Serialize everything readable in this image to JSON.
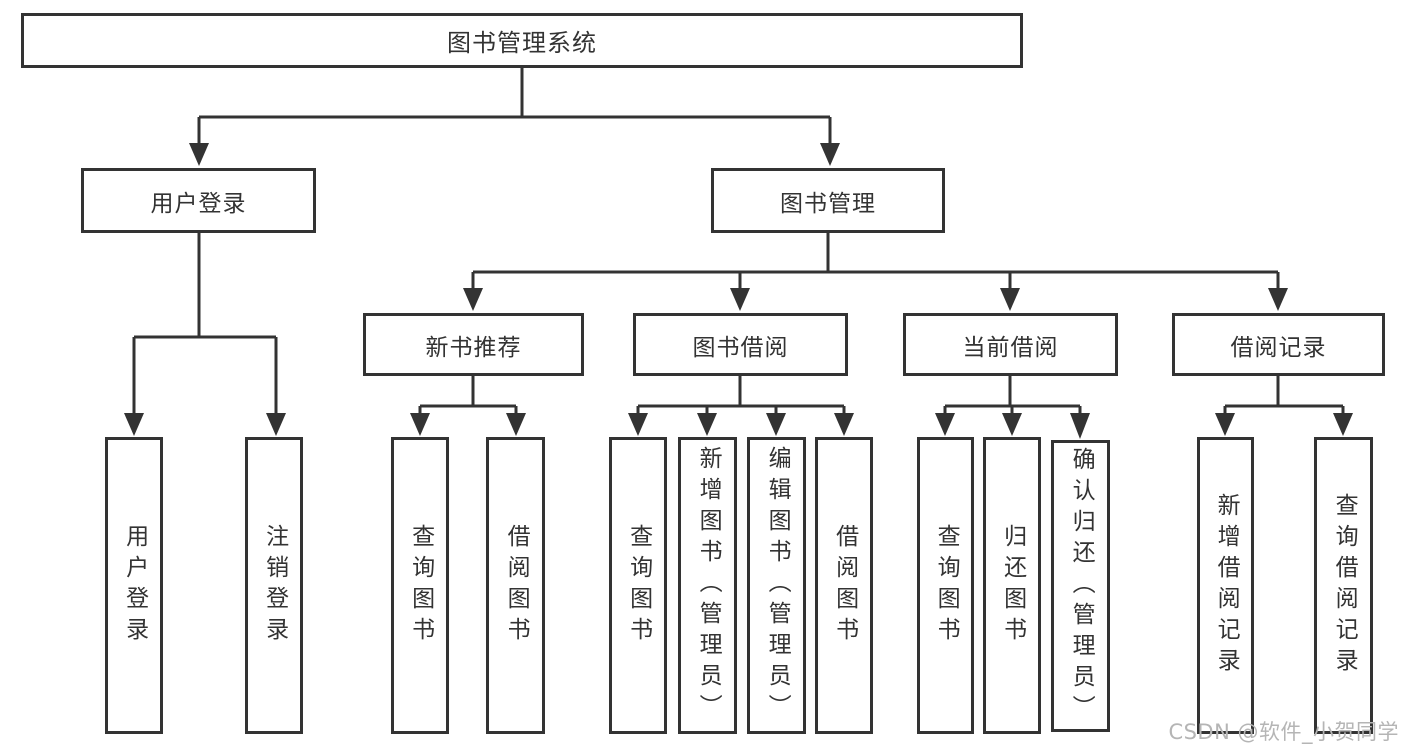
{
  "root": {
    "label": "图书管理系统"
  },
  "branches": [
    {
      "label": "用户登录",
      "children": [
        {
          "label": "用户登录"
        },
        {
          "label": "注销登录"
        }
      ]
    },
    {
      "label": "图书管理",
      "children": [
        {
          "label": "新书推荐",
          "children": [
            {
              "label": "查询图书"
            },
            {
              "label": "借阅图书"
            }
          ]
        },
        {
          "label": "图书借阅",
          "children": [
            {
              "label": "查询图书"
            },
            {
              "label": "新增图书（管理员）"
            },
            {
              "label": "编辑图书（管理员）"
            },
            {
              "label": "借阅图书"
            }
          ]
        },
        {
          "label": "当前借阅",
          "children": [
            {
              "label": "查询图书"
            },
            {
              "label": "归还图书"
            },
            {
              "label": "确认归还（管理员）"
            }
          ]
        },
        {
          "label": "借阅记录",
          "children": [
            {
              "label": "新增借阅记录"
            },
            {
              "label": "查询借阅记录"
            }
          ]
        }
      ]
    }
  ],
  "watermark": {
    "text": "CSDN @软件_小贺同学"
  },
  "colors": {
    "line": "#333333",
    "text": "#333333",
    "box_background": "#ffffff",
    "watermark": "#b5b5b5",
    "page_background": "#ffffff"
  }
}
